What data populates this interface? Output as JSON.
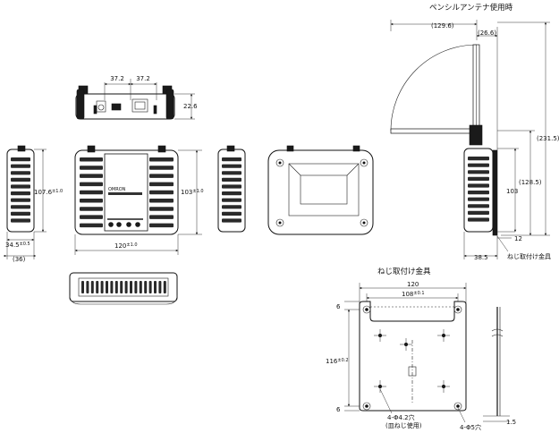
{
  "titles": {
    "pencil_antenna": "ペンシルアンテナ使用時",
    "bracket": "ねじ取付け金具"
  },
  "dims": {
    "top_left": "37.2",
    "top_right": "37.2",
    "top_height": "22.6",
    "side_height": "107.6",
    "side_height_tol": "±1.0",
    "side_depth": "34.5",
    "side_depth_tol": "±0.5",
    "side_depth_paren": "(36)",
    "front_width": "120",
    "front_width_tol": "±1.0",
    "front_height": "103",
    "front_height_tol": "±1.0",
    "ant_width": "(129.6)",
    "ant_offset": "(26.6)",
    "ant_total": "(231.5)",
    "ant_mid": "(128.5)",
    "ant_body": "103",
    "ant_depth": "38.5",
    "ant_bracket": "12",
    "br_width": "120",
    "br_pitch": "108",
    "br_pitch_tol": "±0.1",
    "br_margin_top": "6",
    "br_margin_bottom": "6",
    "br_height": "116",
    "br_height_tol": "±0.2",
    "br_thickness": "1.5"
  },
  "notes": {
    "bracket_side": "ねじ取付け金具",
    "holes_a": "4-Φ4.2穴",
    "holes_a_sub": "(皿ねじ使用)",
    "holes_b": "4-Φ5穴"
  }
}
